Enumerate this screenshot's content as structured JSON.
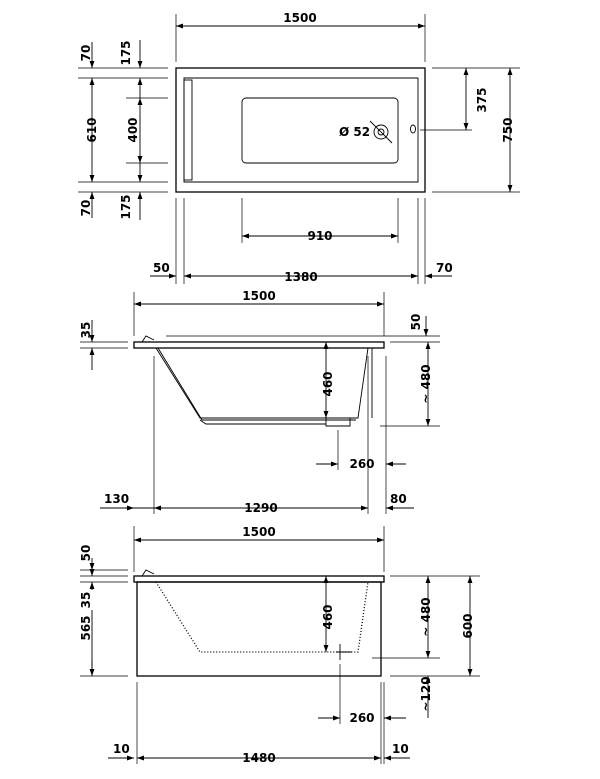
{
  "top_view": {
    "width_overall": "1500",
    "left_70": "70",
    "left_175_top": "175",
    "inner_610": "610",
    "inner_400": "400",
    "left_70_bottom": "70",
    "left_175_bottom": "175",
    "right_375": "375",
    "right_750": "750",
    "drain_dia": "Ø 52",
    "inner_910": "910",
    "left_50": "50",
    "inner_1380": "1380",
    "right_70": "70"
  },
  "side_view": {
    "width_overall": "1500",
    "rim_35": "35",
    "rim_50": "50",
    "depth_460": "460",
    "height_480": "~ 480",
    "drain_260": "260",
    "left_130": "130",
    "bottom_1290": "1290",
    "right_80": "80"
  },
  "panel_view": {
    "width_overall": "1500",
    "left_50": "50",
    "left_35": "35",
    "left_565": "565",
    "depth_460": "460",
    "height_480": "~ 480",
    "height_600": "600",
    "feet_120": "~120",
    "drain_260": "260",
    "left_10": "10",
    "bottom_1480": "1480",
    "right_10": "10"
  }
}
